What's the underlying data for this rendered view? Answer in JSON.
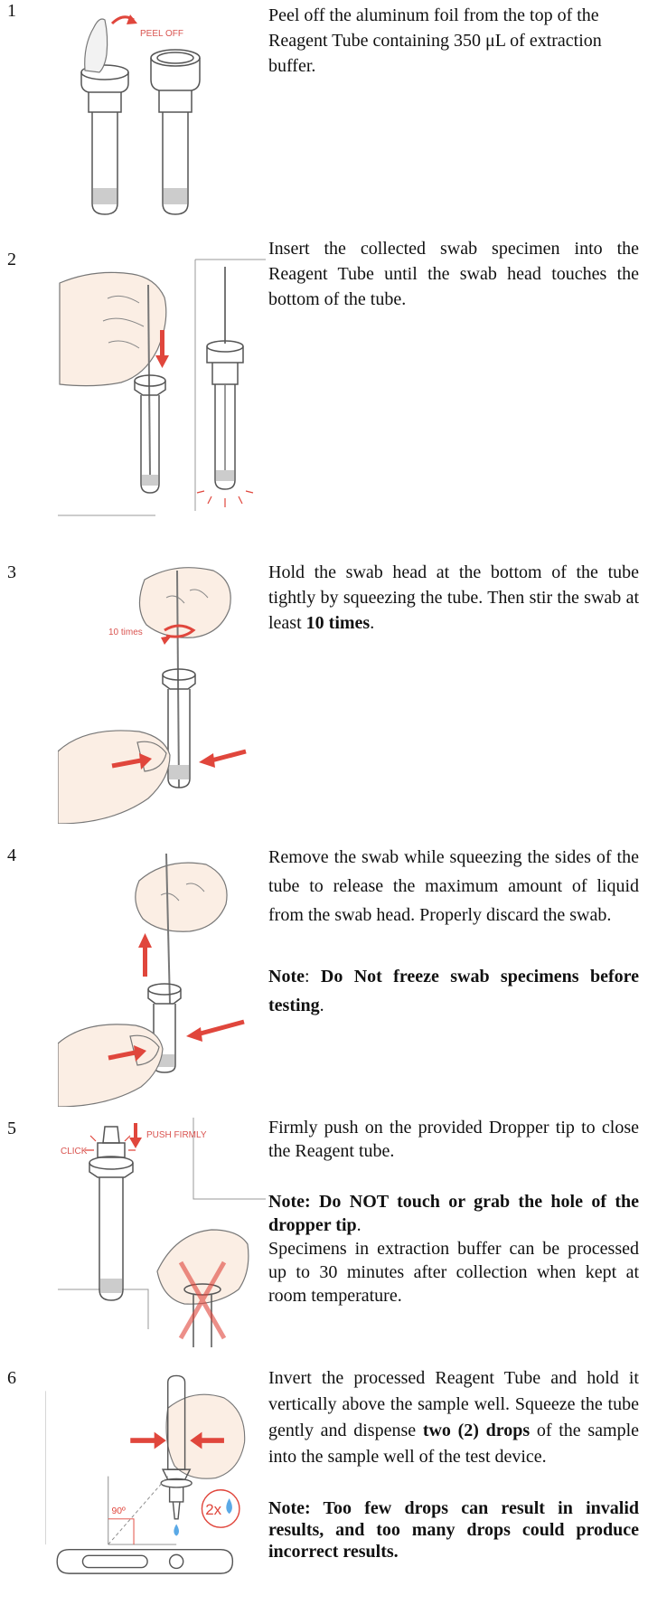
{
  "steps": [
    {
      "number": "1",
      "illustration_labels": [
        "PEEL OFF"
      ],
      "text": "Peel off the aluminum foil from the top of the Reagent Tube containing 350 μL of extraction buffer."
    },
    {
      "number": "2",
      "text": "Insert the collected swab specimen into the Reagent Tube until the swab head touches the bottom of the tube."
    },
    {
      "number": "3",
      "illustration_labels": [
        "10 times"
      ],
      "text_before": "Hold the swab head at the bottom of the tube tightly by squeezing the tube. Then stir the swab at least ",
      "text_bold": "10 times",
      "text_after": "."
    },
    {
      "number": "4",
      "text": "Remove the swab while squeezing the sides of the tube to release the maximum amount of liquid from the swab head. Properly discard the swab.",
      "note_label": "Note",
      "note_sep": ": ",
      "note_bold": "Do Not freeze swab specimens before testing",
      "note_end": "."
    },
    {
      "number": "5",
      "illustration_labels": [
        "CLICK",
        "PUSH FIRMLY"
      ],
      "text": "Firmly push on the provided Dropper tip to close the Reagent tube.",
      "note_bold": "Note: Do NOT touch or grab the hole of the dropper tip",
      "note_end": ".",
      "extra": "Specimens in extraction buffer can be processed up to 30 minutes after collection when kept at room temperature."
    },
    {
      "number": "6",
      "illustration_labels": [
        "90º",
        "2x"
      ],
      "text_before": "Invert the processed Reagent Tube and hold it vertically above the sample well. Squeeze the tube gently and dispense ",
      "text_bold": "two (2) drops",
      "text_after": " of the sample into the sample well of the test device.",
      "note_bold": "Note: Too few drops can result in invalid results, and too many drops could produce incorrect results."
    }
  ],
  "colors": {
    "accent_red": "#e0463c",
    "skin": "#fbeee4",
    "outline": "#555555",
    "liquid": "#cccccc",
    "drop_blue": "#5aa9e6"
  }
}
